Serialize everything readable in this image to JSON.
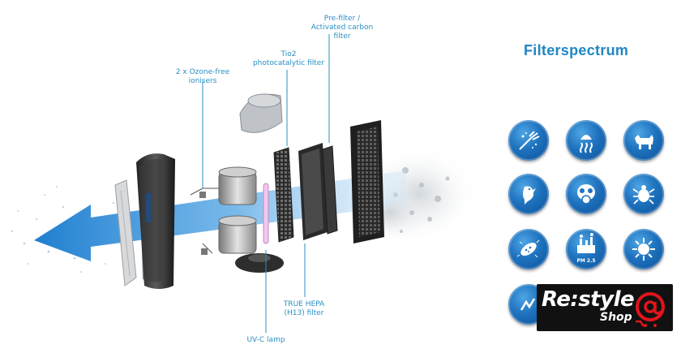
{
  "callouts": {
    "prefilter": "Pre-filter /\nActivated carbon filter",
    "tio2": "Tio2\nphotocatalytic filter",
    "ionisers": "2 x Ozone-free\nionisers",
    "hepa": "TRUE HEPA\n(H13) filter",
    "uvc": "UV-C lamp"
  },
  "spectrum": {
    "title": "Filterspectrum",
    "icons": [
      {
        "name": "dust-icon"
      },
      {
        "name": "odour-icon"
      },
      {
        "name": "pet-hair-icon"
      },
      {
        "name": "bird-icon"
      },
      {
        "name": "gas-mask-icon"
      },
      {
        "name": "mite-icon"
      },
      {
        "name": "bacteria-icon"
      },
      {
        "name": "pm25-icon",
        "label": "PM 2.5"
      },
      {
        "name": "virus-icon"
      },
      {
        "name": "mould-icon"
      }
    ]
  },
  "logo": {
    "main": "Re:style",
    "sub": "Shop",
    "accent_color": "#e0151b"
  },
  "colors": {
    "accent": "#1f86c4",
    "arrow": "#3c97d8"
  }
}
